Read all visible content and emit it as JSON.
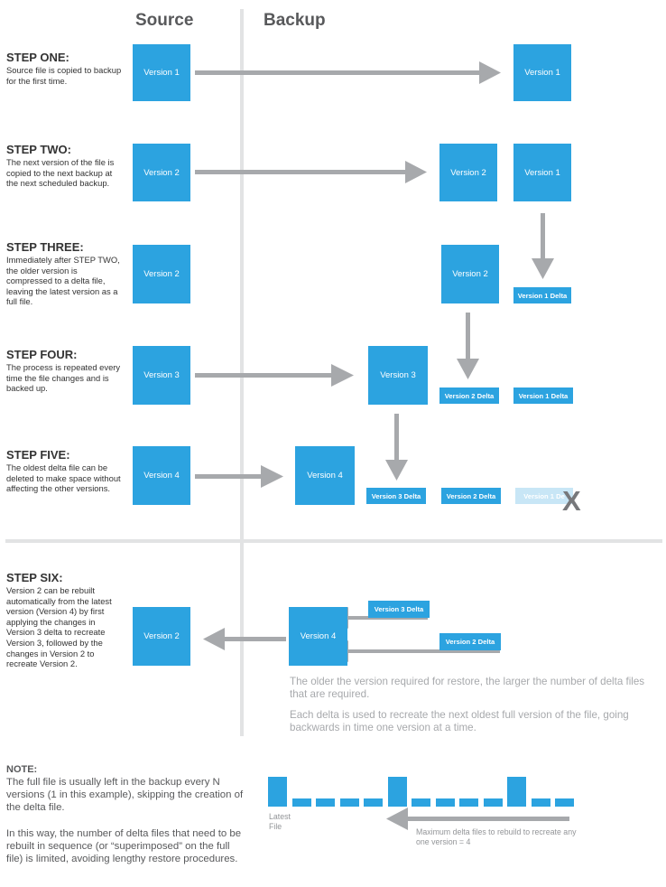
{
  "headers": {
    "source": "Source",
    "backup": "Backup"
  },
  "steps": [
    {
      "title": "STEP ONE:",
      "desc": "Source file is copied to backup for the first time."
    },
    {
      "title": "STEP TWO:",
      "desc": "The next version of the file is copied to the next backup at the next scheduled backup."
    },
    {
      "title": "STEP THREE:",
      "desc": "Immediately after STEP TWO, the older version is compressed to a delta file, leaving the latest version as a full file."
    },
    {
      "title": "STEP FOUR:",
      "desc": "The process is repeated every time the file changes and is backed up."
    },
    {
      "title": "STEP FIVE:",
      "desc": "The oldest delta file can be deleted to make space without affecting the other versions."
    },
    {
      "title": "STEP SIX:",
      "desc": "Version 2 can be rebuilt automatically from the latest version (Version 4) by first applying the changes in Version 3 delta to recreate Version 3, followed by the changes in Version 2 to recreate Version 2."
    }
  ],
  "boxes": {
    "version1": "Version 1",
    "version2": "Version 2",
    "version3": "Version 3",
    "version4": "Version 4",
    "v1delta": "Version 1 Delta",
    "v2delta": "Version 2 Delta",
    "v3delta": "Version 3 Delta",
    "v1delta_partial": "Version 1 De"
  },
  "delete_mark": "X",
  "restore_notes": [
    "The older the version required for restore, the larger the number of delta files that are required.",
    "Each delta is used to recreate the next oldest full version of the file, going backwards in time one version at a time."
  ],
  "note": {
    "title": "NOTE:",
    "para1": "The full file is usually left in the backup every N versions (1 in this example), skipping the creation of the delta file.",
    "para2": "In this way, the number of delta files that need to be rebuilt in sequence (or “superimposed” on the full file) is limited, avoiding lengthy restore procedures."
  },
  "sequence": {
    "pattern": [
      "full",
      "delta",
      "delta",
      "delta",
      "delta",
      "full",
      "delta",
      "delta",
      "delta",
      "delta",
      "full",
      "delta",
      "delta"
    ],
    "latest_label": "Latest File",
    "max_label": "Maximum delta files to rebuild to recreate any one version = 4"
  },
  "colors": {
    "blue": "#2ca3e0",
    "arrow_gray": "#a7a9ac",
    "faded_blue": "#c8e6f6",
    "divider": "#e2e3e4"
  }
}
